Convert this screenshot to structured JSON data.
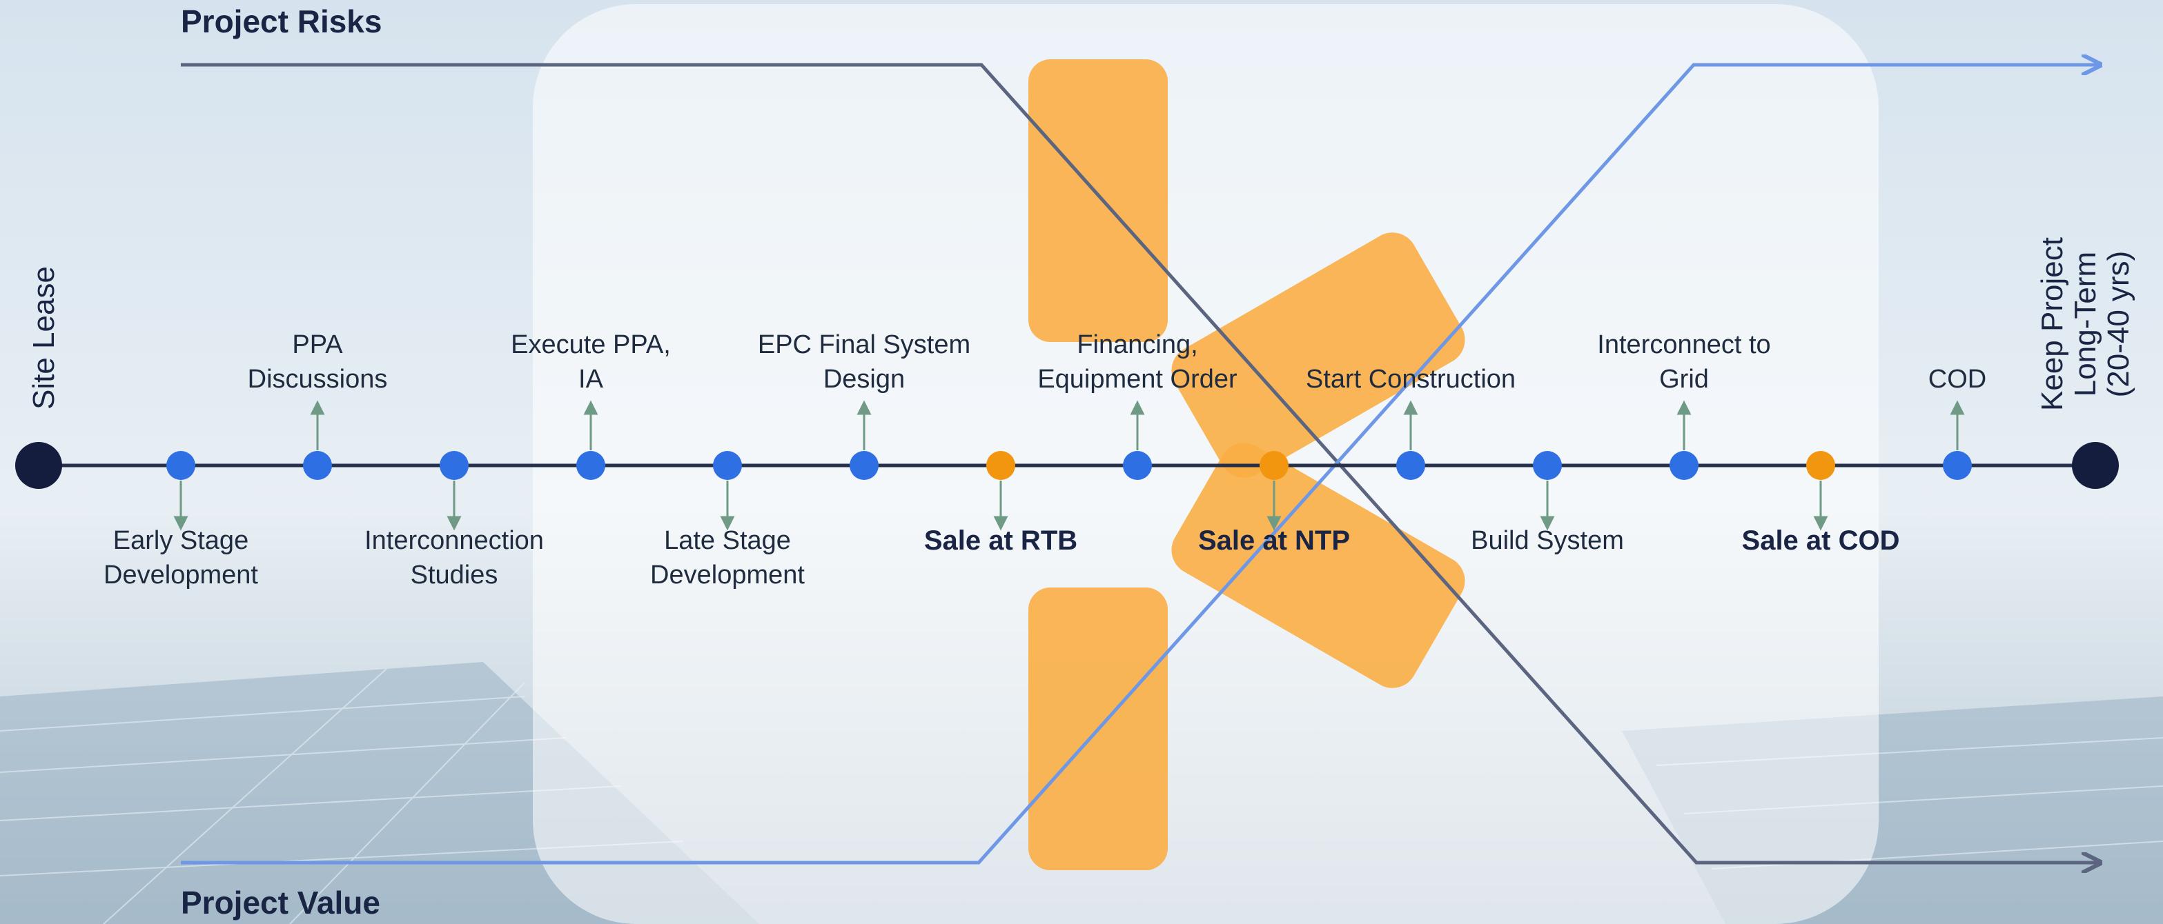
{
  "diagram": {
    "title_top": "Project Risks",
    "title_bottom": "Project Value",
    "start_label": "Site Lease",
    "end_label": "Keep Project\nLong-Term\n(20-40 yrs)",
    "milestones": [
      {
        "label": "Early Stage\nDevelopment",
        "side": "below",
        "color": "blue",
        "emphasis": false
      },
      {
        "label": "PPA\nDiscussions",
        "side": "above",
        "color": "blue",
        "emphasis": false
      },
      {
        "label": "Interconnection\nStudies",
        "side": "below",
        "color": "blue",
        "emphasis": false
      },
      {
        "label": "Execute PPA,\nIA",
        "side": "above",
        "color": "blue",
        "emphasis": false
      },
      {
        "label": "Late Stage\nDevelopment",
        "side": "below",
        "color": "blue",
        "emphasis": false
      },
      {
        "label": "EPC Final System\nDesign",
        "side": "above",
        "color": "blue",
        "emphasis": false
      },
      {
        "label": "Sale at RTB",
        "side": "below",
        "color": "orange",
        "emphasis": true
      },
      {
        "label": "Financing,\nEquipment Order",
        "side": "above",
        "color": "blue",
        "emphasis": false
      },
      {
        "label": "Sale at NTP",
        "side": "below",
        "color": "orange",
        "emphasis": true
      },
      {
        "label": "Start Construction",
        "side": "above",
        "color": "blue",
        "emphasis": false
      },
      {
        "label": "Build System",
        "side": "below",
        "color": "blue",
        "emphasis": false
      },
      {
        "label": "Interconnect to\nGrid",
        "side": "above",
        "color": "blue",
        "emphasis": false
      },
      {
        "label": "Sale at COD",
        "side": "below",
        "color": "orange",
        "emphasis": true
      },
      {
        "label": "COD",
        "side": "above",
        "color": "blue",
        "emphasis": false
      }
    ]
  },
  "colors": {
    "milestone_blue": "#2f6fe4",
    "milestone_orange": "#f2960f",
    "endpoint_navy": "#151d3f",
    "timeline": "#26304a",
    "arrow": "#6f9a86",
    "risk_line": "#5b6580",
    "value_line": "#6e98e6",
    "logo_orange": "#f9ae45",
    "panel": "#ffffff"
  },
  "decor": {
    "logo_icon": "starburst-logo-icon",
    "background": "solar-panel-background"
  }
}
